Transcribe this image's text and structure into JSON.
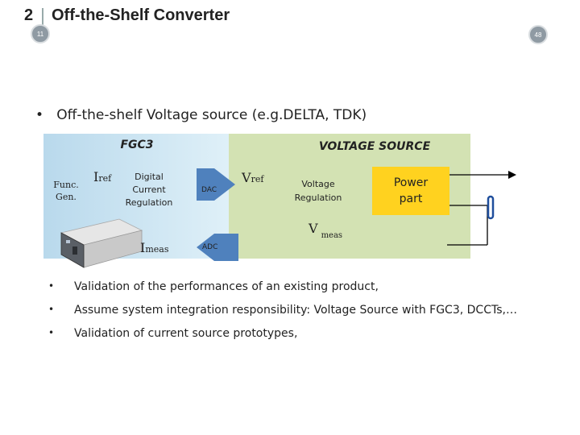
{
  "header": {
    "section_number": "2",
    "title": "Off-the-Shelf Converter"
  },
  "badges": {
    "left": "11",
    "right": "48"
  },
  "main_bullet": "Off-the-shelf Voltage source (e.g.DELTA, TDK)",
  "diagram": {
    "fgc3_title": "FGC3",
    "voltage_source_title": "VOLTAGE SOURCE",
    "func_gen": "Func.\nGen.",
    "i_ref": "I",
    "i_ref_sub": "ref",
    "digital_current_regulation": "Digital\nCurrent\nRegulation",
    "dac": "DAC",
    "v_ref": "V",
    "v_ref_sub": "ref",
    "voltage_regulation": "Voltage\nRegulation",
    "power_part": "Power\npart",
    "v_meas": "V",
    "v_meas_sub": "meas",
    "i_meas": "I",
    "i_meas_sub": "meas",
    "adc": "ADC",
    "colors": {
      "fgc3_bg": "#cfe6f3",
      "vsource_bg": "#d3e2b3",
      "power_bg": "#ffd21f",
      "converter_blue": "#4f81bd"
    }
  },
  "sub_bullets": [
    "Validation of the performances of an existing product,",
    "Assume system integration responsibility: Voltage Source with FGC3, DCCTs,…",
    "Validation of current source prototypes,"
  ]
}
